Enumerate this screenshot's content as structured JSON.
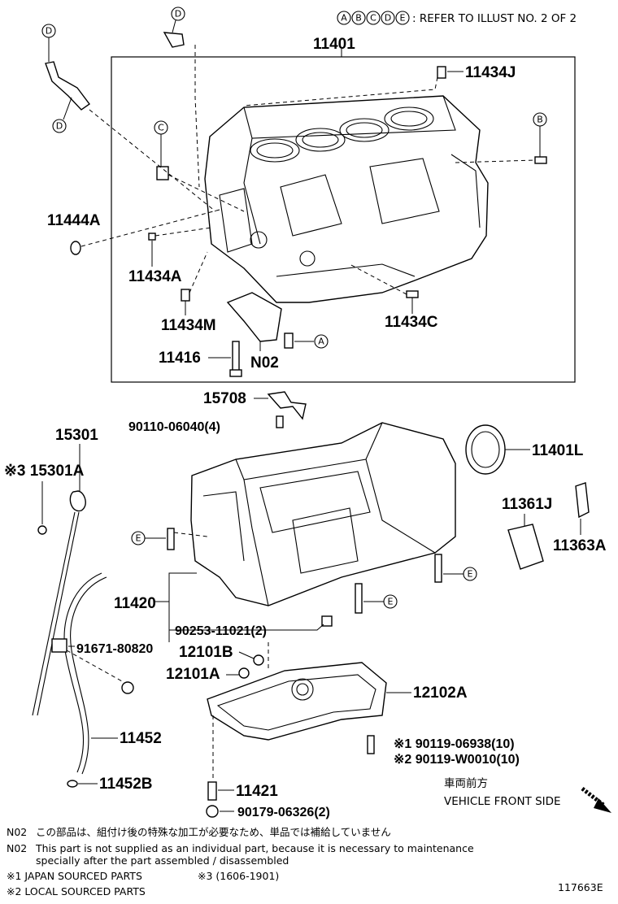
{
  "header": {
    "refer_letters": [
      "A",
      "B",
      "C",
      "D",
      "E"
    ],
    "refer_text": ": REFER TO ILLUST NO. 2 OF 2"
  },
  "parts": {
    "p11401": "11401",
    "p11434J": "11434J",
    "p11444A": "11444A",
    "p11434A": "11434A",
    "p11434M": "11434M",
    "p11434C": "11434C",
    "p11416": "11416",
    "pN02": "N02",
    "p15708": "15708",
    "p90110": "90110-06040(4)",
    "p15301": "15301",
    "p15301A": "※3 15301A",
    "p11401L": "11401L",
    "p11361J": "11361J",
    "p11363A": "11363A",
    "p11420": "11420",
    "p90253": "90253-11021(2)",
    "p91671": "91671-80820",
    "p12101B": "12101B",
    "p12101A": "12101A",
    "p12102A": "12102A",
    "p11452": "11452",
    "p11452B": "11452B",
    "p90119a": "※1 90119-06938(10)",
    "p90119b": "※2 90119-W0010(10)",
    "p11421": "11421",
    "p90179": "90179-06326(2)"
  },
  "callouts": {
    "d1": "D",
    "d2": "D",
    "d3": "D",
    "c1": "C",
    "b1": "B",
    "a1": "A",
    "e1": "E",
    "e2": "E",
    "e3": "E"
  },
  "front": {
    "jp": "車両前方",
    "en": "VEHICLE FRONT SIDE"
  },
  "notes": {
    "n02_jp_key": "N02",
    "n02_jp": "この部品は、組付け後の特殊な加工が必要なため、単品では補給していません",
    "n02_en_key": "N02",
    "n02_en_1": "This part is not supplied as an individual part, because it is necessary to maintenance",
    "n02_en_2": "specially after the part assembled / disassembled",
    "n1": "※1 JAPAN SOURCED PARTS",
    "n3": "※3 (1606-1901)",
    "n2": "※2 LOCAL SOURCED PARTS"
  },
  "illust_id": "117663E"
}
